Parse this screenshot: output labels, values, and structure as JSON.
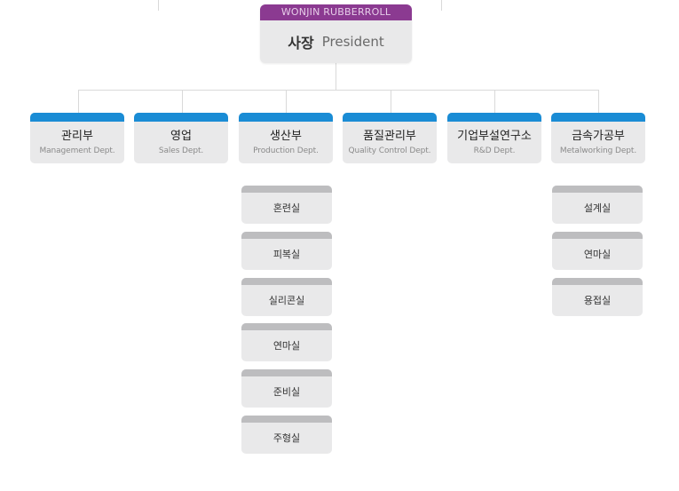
{
  "president": {
    "company": "WONJIN RUBBERROLL",
    "title_ko": "사장",
    "title_en": "President"
  },
  "departments": [
    {
      "ko": "관리부",
      "en": "Management Dept."
    },
    {
      "ko": "영업",
      "en": "Sales Dept."
    },
    {
      "ko": "생산부",
      "en": "Production Dept."
    },
    {
      "ko": "품질관리부",
      "en": "Quality Control Dept."
    },
    {
      "ko": "기업부설연구소",
      "en": "R&D Dept."
    },
    {
      "ko": "금속가공부",
      "en": "Metalworking Dept."
    }
  ],
  "production_rooms": [
    "혼련실",
    "피복실",
    "실리콘실",
    "연마실",
    "준비실",
    "주형실"
  ],
  "metalworking_rooms": [
    "설계실",
    "연마실",
    "용접실"
  ],
  "colors": {
    "company_band": "#8b3a91",
    "dept_bar": "#1a8cd5",
    "room_bar": "#bdbdbf",
    "box_bg": "#e9e9ea",
    "connector": "#d9d9d9"
  }
}
